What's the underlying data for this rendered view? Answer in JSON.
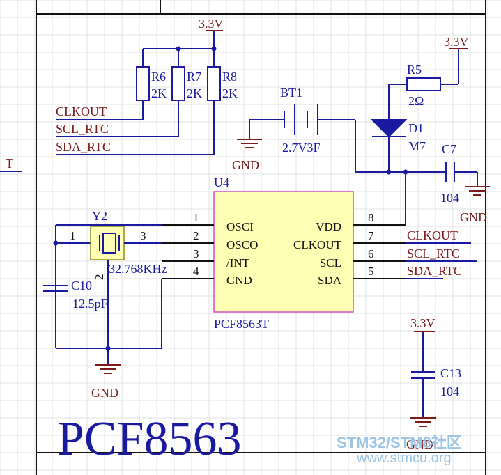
{
  "schematic": {
    "title": "PCF8563",
    "left_edge_label": "T",
    "power_labels": {
      "top_pullups": "3.3V",
      "top_right": "3.3V",
      "bottom_right": "3.3V"
    },
    "gnd_labels": {
      "battery": "GND",
      "c7": "GND",
      "crystal": "GND",
      "c13": "GND"
    },
    "resistors": {
      "r6": {
        "ref": "R6",
        "value": "2K"
      },
      "r7": {
        "ref": "R7",
        "value": "2K"
      },
      "r8": {
        "ref": "R8",
        "value": "2K"
      },
      "r5": {
        "ref": "R5",
        "value": "2Ω"
      }
    },
    "net_labels_left": [
      "CLKOUT",
      "SCL_RTC",
      "SDA_RTC"
    ],
    "battery": {
      "ref": "BT1",
      "value": "2.7V3F"
    },
    "diode": {
      "ref": "D1",
      "value": "M7"
    },
    "caps": {
      "c7": {
        "ref": "C7",
        "value": "104"
      },
      "c10": {
        "ref": "C10",
        "value": "12.5pF"
      },
      "c13": {
        "ref": "C13",
        "value": "104"
      }
    },
    "crystal": {
      "ref": "Y2",
      "value": "32.768KHz",
      "pin_left": "1",
      "pin_right": "3",
      "pin_bottom": "2"
    },
    "chip": {
      "ref": "U4",
      "part": "PCF8563T",
      "left_pins": [
        {
          "num": "1",
          "name": "OSCI"
        },
        {
          "num": "2",
          "name": "OSCO"
        },
        {
          "num": "3",
          "name": "/INT"
        },
        {
          "num": "4",
          "name": "GND"
        }
      ],
      "right_pins": [
        {
          "num": "8",
          "name": "VDD",
          "net": ""
        },
        {
          "num": "7",
          "name": "CLKOUT",
          "net": "CLKOUT"
        },
        {
          "num": "6",
          "name": "SCL",
          "net": "SCL_RTC"
        },
        {
          "num": "5",
          "name": "SDA",
          "net": "SDA_RTC"
        }
      ]
    },
    "watermark": {
      "line1": "STM32/STM8社区",
      "line2": "www.stmcu.org"
    }
  }
}
